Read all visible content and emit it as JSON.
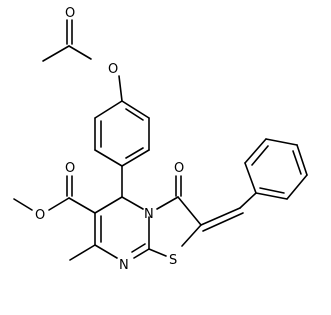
{
  "atoms": {
    "O_carbonyl_acetyl": "O",
    "O_ester_acetyl": "O",
    "O_carbonyl_ester": "O",
    "O_methoxy": "O",
    "O_ketone": "O",
    "N_ring_fused": "N",
    "N_ring": "N",
    "S_ring": "S"
  },
  "colors": {
    "bond": "#000000",
    "label": "#000000",
    "background": "#ffffff"
  }
}
